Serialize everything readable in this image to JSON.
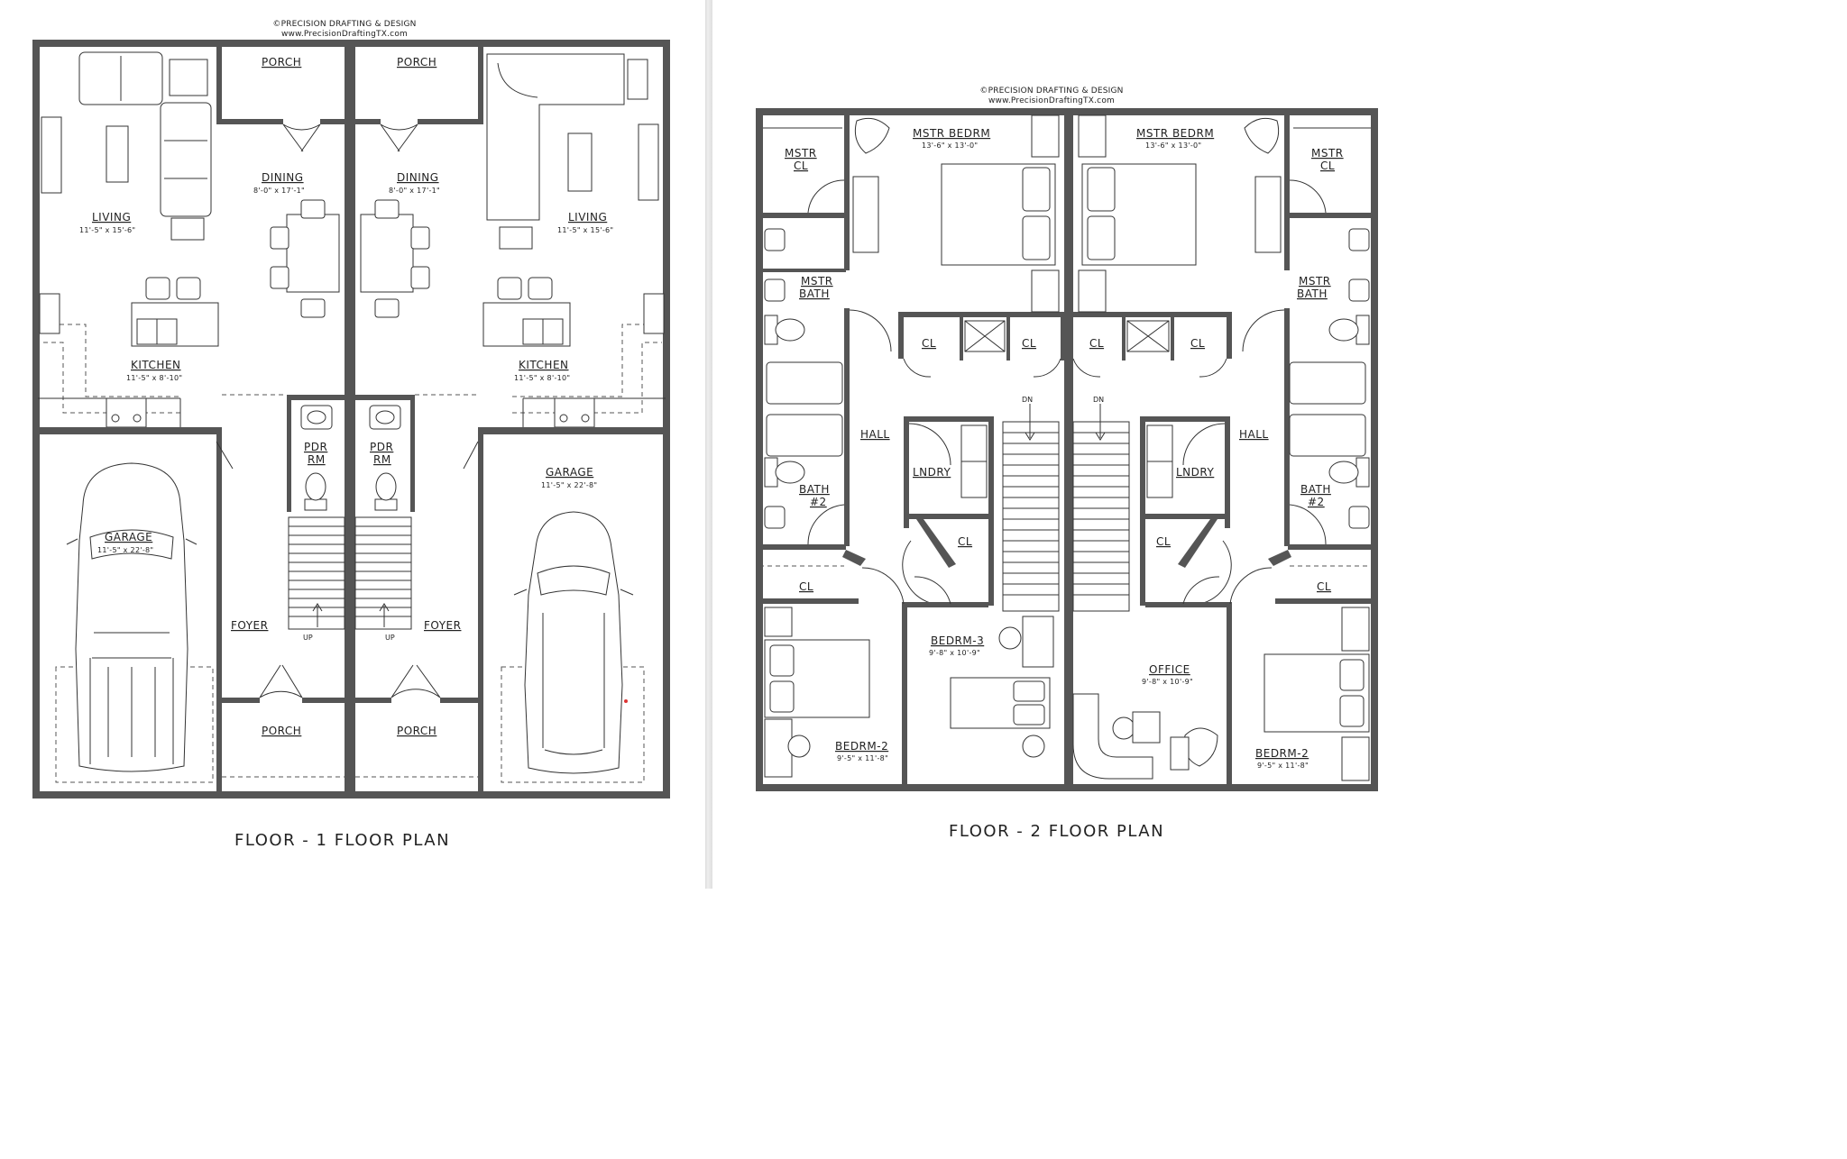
{
  "copyright": {
    "line1": "©PRECISION DRAFTING & DESIGN",
    "line2": "www.PrecisionDraftingTX.com"
  },
  "floor1": {
    "title": "FLOOR - 1 FLOOR PLAN",
    "rooms": {
      "porch_back_left": "PORCH",
      "porch_back_right": "PORCH",
      "living_left": {
        "name": "LIVING",
        "dim": "11'-5\" x 15'-6\""
      },
      "living_right": {
        "name": "LIVING",
        "dim": "11'-5\" x 15'-6\""
      },
      "dining_left": {
        "name": "DINING",
        "dim": "8'-0\" x 17'-1\""
      },
      "dining_right": {
        "name": "DINING",
        "dim": "8'-0\" x 17'-1\""
      },
      "kitchen_left": {
        "name": "KITCHEN",
        "dim": "11'-5\" x 8'-10\""
      },
      "kitchen_right": {
        "name": "KITCHEN",
        "dim": "11'-5\" x 8'-10\""
      },
      "pdr_left": {
        "line1": "PDR",
        "line2": "RM"
      },
      "pdr_right": {
        "line1": "PDR",
        "line2": "RM"
      },
      "garage_left": {
        "name": "GARAGE",
        "dim": "11'-5\" x 22'-8\""
      },
      "garage_right": {
        "name": "GARAGE",
        "dim": "11'-5\" x 22'-8\""
      },
      "foyer_left": "FOYER",
      "foyer_right": "FOYER",
      "up_left": "UP",
      "up_right": "UP",
      "porch_front_left": "PORCH",
      "porch_front_right": "PORCH"
    }
  },
  "floor2": {
    "title": "FLOOR - 2 FLOOR PLAN",
    "rooms": {
      "mstr_cl_left": {
        "line1": "MSTR",
        "line2": "CL"
      },
      "mstr_cl_right": {
        "line1": "MSTR",
        "line2": "CL"
      },
      "mstr_bedrm_left": {
        "name": "MSTR BEDRM",
        "dim": "13'-6\" x 13'-0\""
      },
      "mstr_bedrm_right": {
        "name": "MSTR BEDRM",
        "dim": "13'-6\" x 13'-0\""
      },
      "mstr_bath_left": {
        "line1": "MSTR",
        "line2": "BATH"
      },
      "mstr_bath_right": {
        "line1": "MSTR",
        "line2": "BATH"
      },
      "cl_a": "CL",
      "cl_b": "CL",
      "cl_c": "CL",
      "cl_d": "CL",
      "hall_left": "HALL",
      "hall_right": "HALL",
      "dn_left": "DN",
      "dn_right": "DN",
      "lndry_left": "LNDRY",
      "lndry_right": "LNDRY",
      "bath2_left": {
        "line1": "BATH",
        "line2": "#2"
      },
      "bath2_right": {
        "line1": "BATH",
        "line2": "#2"
      },
      "cl_mid_left": "CL",
      "cl_mid_right": "CL",
      "cl_side_left": "CL",
      "cl_side_right": "CL",
      "bedrm3": {
        "name": "BEDRM-3",
        "dim": "9'-8\" x 10'-9\""
      },
      "office": {
        "name": "OFFICE",
        "dim": "9'-8\" x 10'-9\""
      },
      "bedrm2_left": {
        "name": "BEDRM-2",
        "dim": "9'-5\" x 11'-8\""
      },
      "bedrm2_right": {
        "name": "BEDRM-2",
        "dim": "9'-5\" x 11'-8\""
      }
    }
  },
  "colors": {
    "wall": "#555555",
    "line": "#333333",
    "paper": "#ffffff"
  }
}
